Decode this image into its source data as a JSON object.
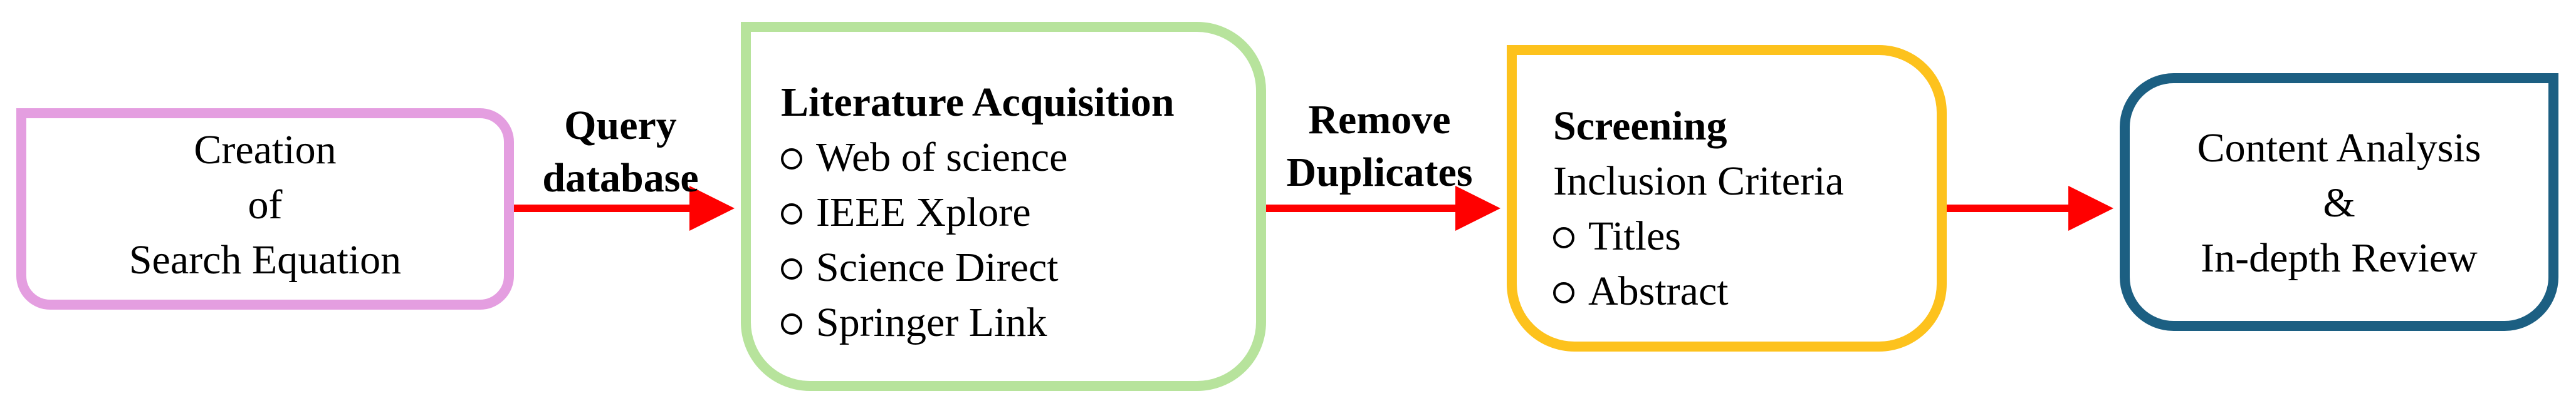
{
  "steps": [
    {
      "lines": [
        "Creation",
        "of",
        "Search Equation"
      ]
    },
    {
      "title": "Literature Acquisition",
      "items": [
        "Web of science",
        "IEEE Xplore",
        "Science Direct",
        "Springer Link"
      ]
    },
    {
      "title": "Screening",
      "subtitle": "Inclusion Criteria",
      "items": [
        "Titles",
        "Abstract"
      ]
    },
    {
      "lines": [
        "Content Analysis",
        "&",
        "In-depth Review"
      ]
    }
  ],
  "edges": [
    {
      "label_lines": [
        "Query",
        "database"
      ]
    },
    {
      "label_lines": [
        "Remove",
        "Duplicates"
      ]
    },
    {
      "label_lines": []
    }
  ],
  "colors": {
    "step1_border": "#e49ee0",
    "step2_border": "#b7e39c",
    "step3_border": "#fdc21d",
    "step4_border": "#1c5f82",
    "arrow": "#ff0000"
  }
}
